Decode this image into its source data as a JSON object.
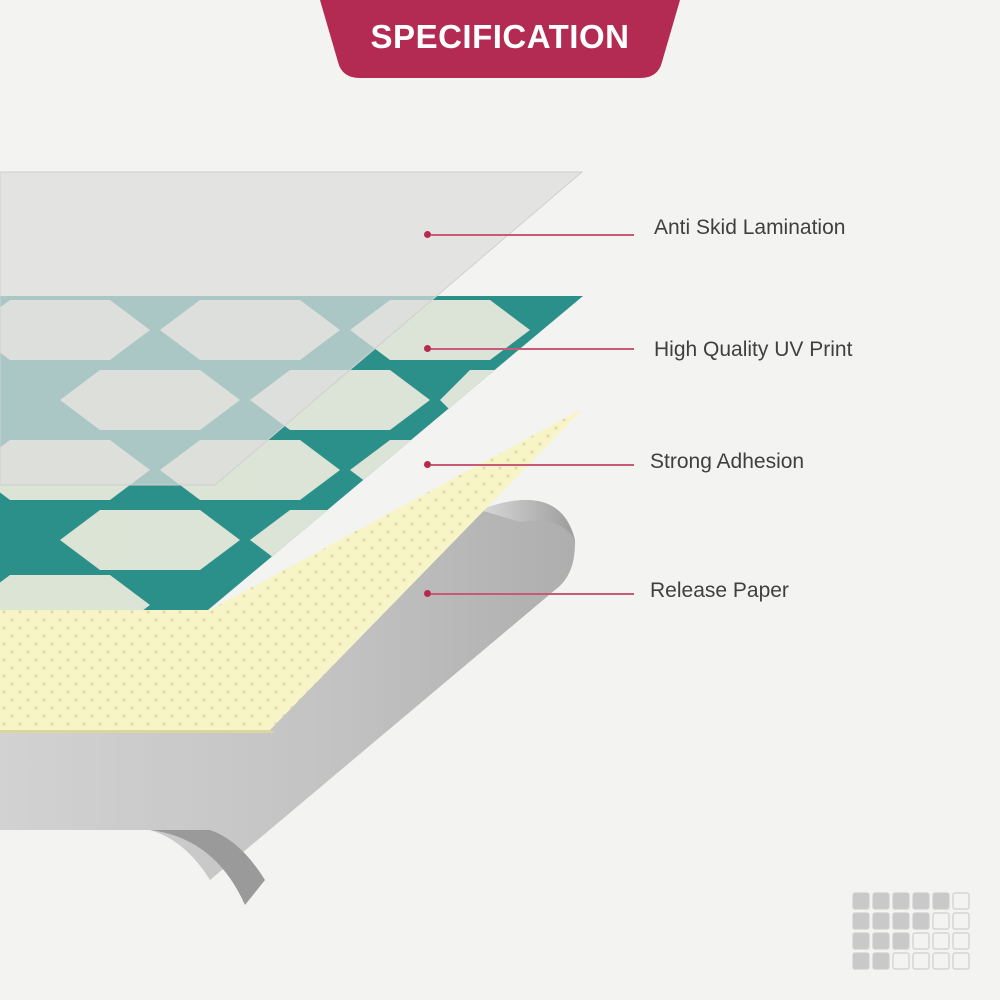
{
  "banner": {
    "title": "SPECIFICATION",
    "color": "#b32a52"
  },
  "layers": [
    {
      "id": "lamination",
      "label": "Anti Skid Lamination",
      "color": "#dcdcdc"
    },
    {
      "id": "print",
      "label": "High Quality UV Print",
      "color": "#1f8a83"
    },
    {
      "id": "adhesion",
      "label": "Strong Adhesion",
      "color": "#f7f5c8"
    },
    {
      "id": "release",
      "label": "Release Paper",
      "color": "#c4c4c4"
    }
  ],
  "leader_color": "#b8294f",
  "watermark": {
    "icon": "grid-logo-icon"
  }
}
